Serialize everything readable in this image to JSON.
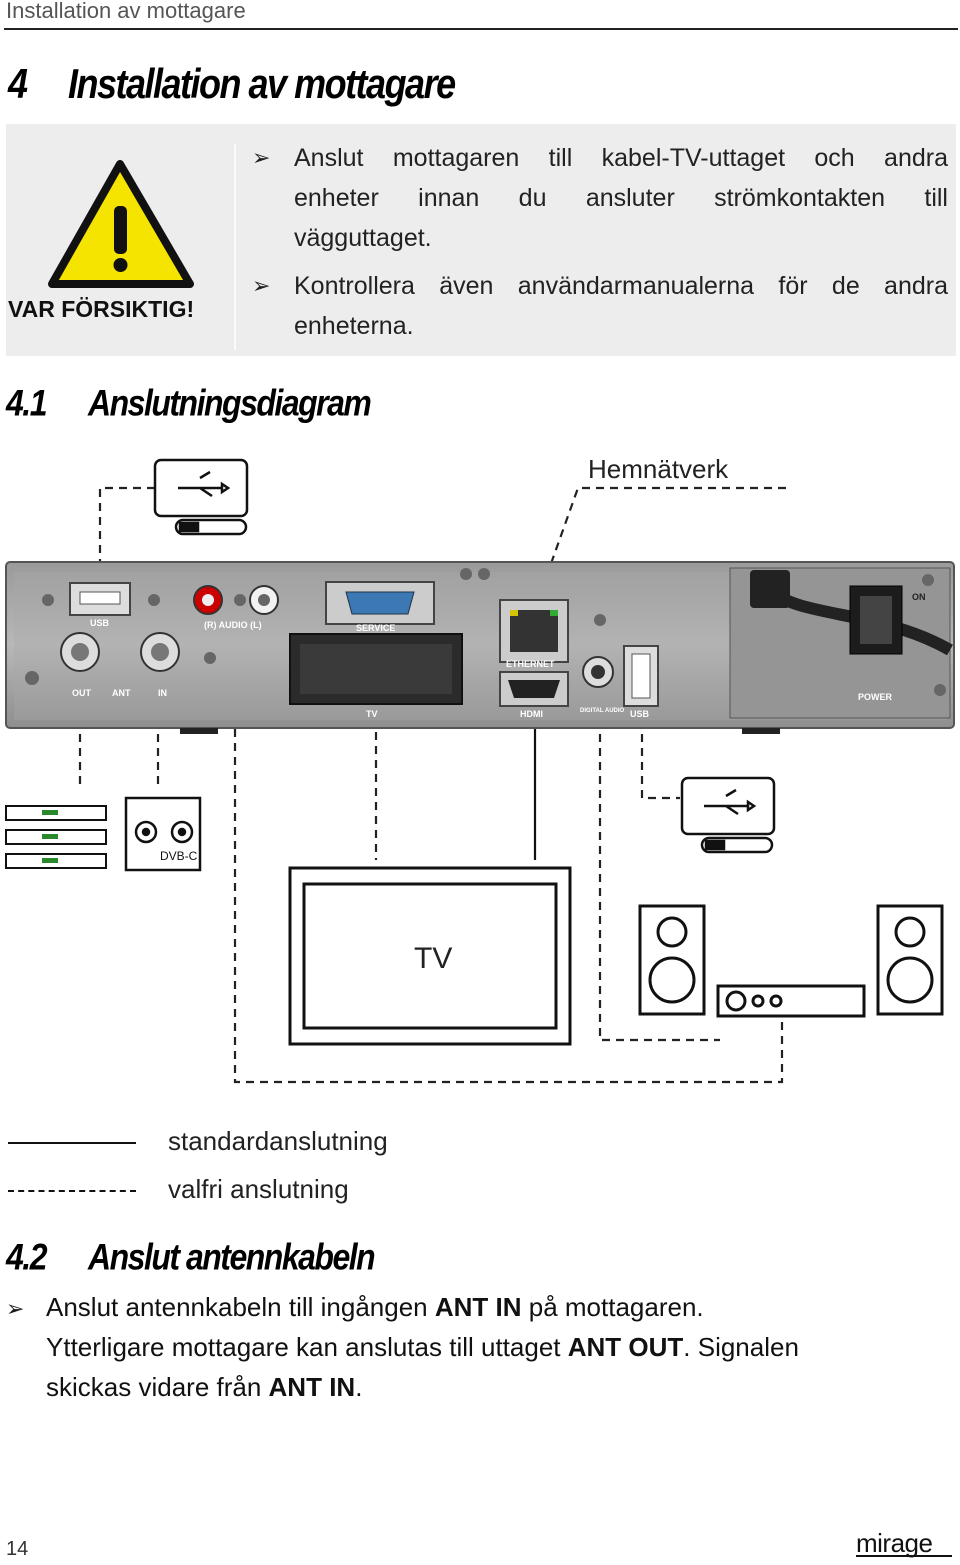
{
  "header": {
    "running_title": "Installation av mottagare"
  },
  "section4": {
    "number": "4",
    "title": "Installation av mottagare"
  },
  "warning": {
    "label": "VAR FÖRSIKTIG!",
    "bullets": [
      {
        "lines": [
          "Anslut mottagaren till kabel-TV-uttaget och andra",
          "enheter innan du ansluter strömkontakten till",
          "vägguttaget."
        ]
      },
      {
        "lines": [
          "Kontrollera även användarmanualerna för de andra",
          "enheterna."
        ]
      }
    ]
  },
  "section41": {
    "number": "4.1",
    "title": "Anslutningsdiagram"
  },
  "diagram": {
    "network_label": "Hemnätverk",
    "tv_label": "TV",
    "dvbc_label": "DVB-C",
    "panel_labels": {
      "usb": "USB",
      "audio": "(R) AUDIO (L)",
      "service": "SERVICE",
      "ethernet": "ETHERNET",
      "hdmi": "HDMI",
      "out": "OUT",
      "ant": "ANT",
      "in": "IN",
      "tv": "TV",
      "digital_audio": "DIGITAL AUDIO",
      "usb2": "USB",
      "power": "POWER",
      "on": "ON"
    }
  },
  "legend": {
    "solid": "standardanslutning",
    "dashed": "valfri anslutning"
  },
  "section42": {
    "number": "4.2",
    "title": "Anslut antennkabeln"
  },
  "section42_body": {
    "line1_pre": "Anslut antennkabeln till ingången ",
    "line1_bold": "ANT IN",
    "line1_post": " på mottagaren.",
    "line2_pre": "Ytterligare mottagare kan anslutas till uttaget ",
    "line2_bold": "ANT OUT",
    "line2_post": ". Signalen",
    "line3_pre": "skickas vidare från ",
    "line3_bold": "ANT IN",
    "line3_post": "."
  },
  "footer": {
    "page_number": "14",
    "logo_text": "mirage"
  }
}
